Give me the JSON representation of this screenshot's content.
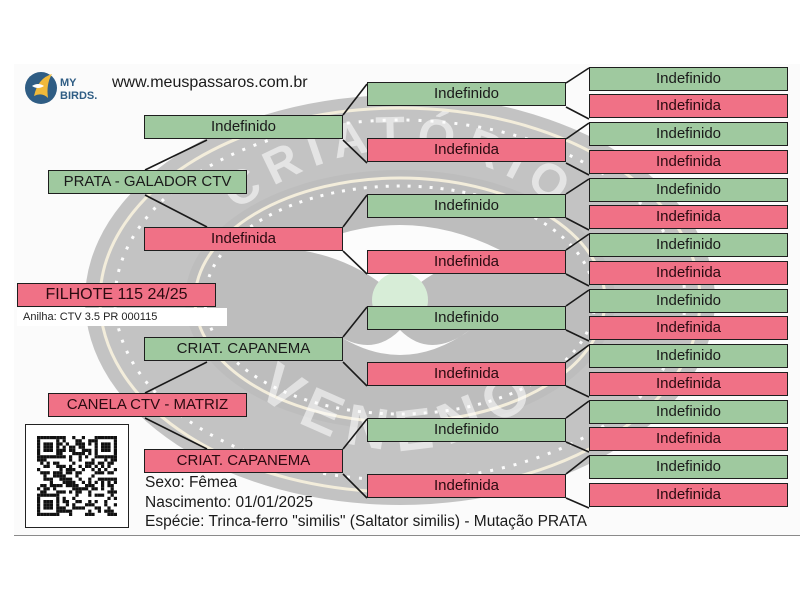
{
  "header": {
    "logo_text_top": "MY",
    "logo_text_bottom": "BIRDS.",
    "website": "www.meuspassaros.com.br"
  },
  "watermark": {
    "text_top": "CRIATÓRIO",
    "text_bottom": "VENENO"
  },
  "subject": {
    "name": "FILHOTE 115 24/25",
    "ring": "Anilha: CTV 3.5 PR 000115",
    "sex": "Sexo: Fêmea",
    "birth": "Nascimento: 01/01/2025",
    "species": "Espécie: Trinca-ferro \"similis\" (Saltator similis) - Mutação PRATA"
  },
  "colors": {
    "male": "#9fc99f",
    "female": "#f07186"
  },
  "pedigree": {
    "parents": [
      {
        "label": "PRATA - GALADOR CTV",
        "sex": "male"
      },
      {
        "label": "CANELA CTV - MATRIZ",
        "sex": "female"
      }
    ],
    "grandparents": [
      {
        "label": "Indefinido",
        "sex": "male"
      },
      {
        "label": "Indefinida",
        "sex": "female"
      },
      {
        "label": "CRIAT. CAPANEMA",
        "sex": "male"
      },
      {
        "label": "CRIAT. CAPANEMA",
        "sex": "female"
      }
    ],
    "great_grandparents": [
      {
        "label": "Indefinido",
        "sex": "male"
      },
      {
        "label": "Indefinida",
        "sex": "female"
      },
      {
        "label": "Indefinido",
        "sex": "male"
      },
      {
        "label": "Indefinida",
        "sex": "female"
      },
      {
        "label": "Indefinido",
        "sex": "male"
      },
      {
        "label": "Indefinida",
        "sex": "female"
      },
      {
        "label": "Indefinido",
        "sex": "male"
      },
      {
        "label": "Indefinida",
        "sex": "female"
      }
    ],
    "great_great_grandparents": [
      {
        "label": "Indefinido",
        "sex": "male"
      },
      {
        "label": "Indefinida",
        "sex": "female"
      },
      {
        "label": "Indefinido",
        "sex": "male"
      },
      {
        "label": "Indefinida",
        "sex": "female"
      },
      {
        "label": "Indefinido",
        "sex": "male"
      },
      {
        "label": "Indefinida",
        "sex": "female"
      },
      {
        "label": "Indefinido",
        "sex": "male"
      },
      {
        "label": "Indefinida",
        "sex": "female"
      },
      {
        "label": "Indefinido",
        "sex": "male"
      },
      {
        "label": "Indefinida",
        "sex": "female"
      },
      {
        "label": "Indefinido",
        "sex": "male"
      },
      {
        "label": "Indefinida",
        "sex": "female"
      },
      {
        "label": "Indefinido",
        "sex": "male"
      },
      {
        "label": "Indefinida",
        "sex": "female"
      },
      {
        "label": "Indefinido",
        "sex": "male"
      },
      {
        "label": "Indefinida",
        "sex": "female"
      }
    ]
  }
}
